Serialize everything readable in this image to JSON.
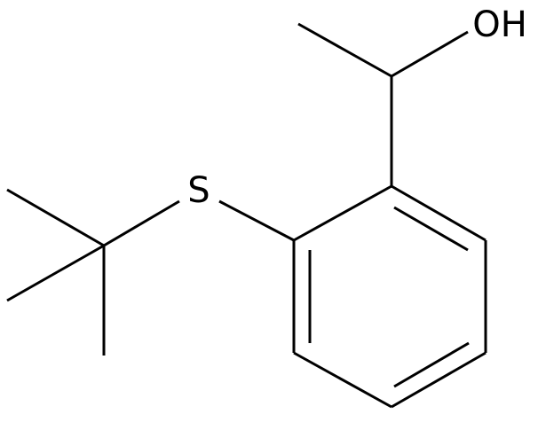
{
  "molecule": {
    "atoms": [
      {
        "id": "hydroxyl",
        "label": "OH"
      },
      {
        "id": "sulfur",
        "label": "S"
      }
    ],
    "colors": {
      "bond": "#000000",
      "text": "#000000",
      "background": "#ffffff"
    }
  }
}
